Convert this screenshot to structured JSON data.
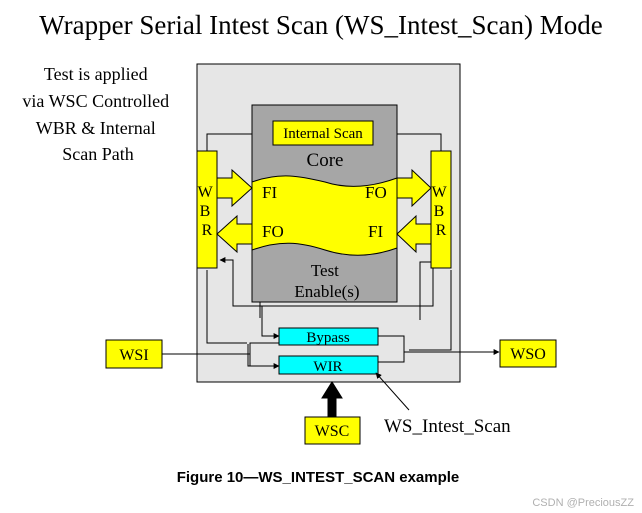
{
  "title": "Wrapper Serial Intest Scan (WS_Intest_Scan) Mode",
  "note_lines": [
    "Test is applied",
    "via WSC Controlled",
    "WBR & Internal",
    "Scan Path"
  ],
  "internal_scan": "Internal Scan",
  "core": "Core",
  "wbr_left": [
    "W",
    "B",
    "R"
  ],
  "wbr_right": [
    "W",
    "B",
    "R"
  ],
  "fi_left": "FI",
  "fo_left": "FO",
  "fo_right": "FO",
  "fi_right": "FI",
  "test_enable_lines": [
    "Test",
    "Enable(s)"
  ],
  "bypass": "Bypass",
  "wir": "WIR",
  "wsi": "WSI",
  "wso": "WSO",
  "wsc": "WSC",
  "ws_intest_scan": "WS_Intest_Scan",
  "caption": "Figure 10—WS_INTEST_SCAN example",
  "watermark": "CSDN @PreciousZZ",
  "colors": {
    "yellow": "#ffff00",
    "cyan": "#00ffff",
    "wrapper_gray": "#e6e6e6",
    "core_gray": "#a6a6a6"
  }
}
